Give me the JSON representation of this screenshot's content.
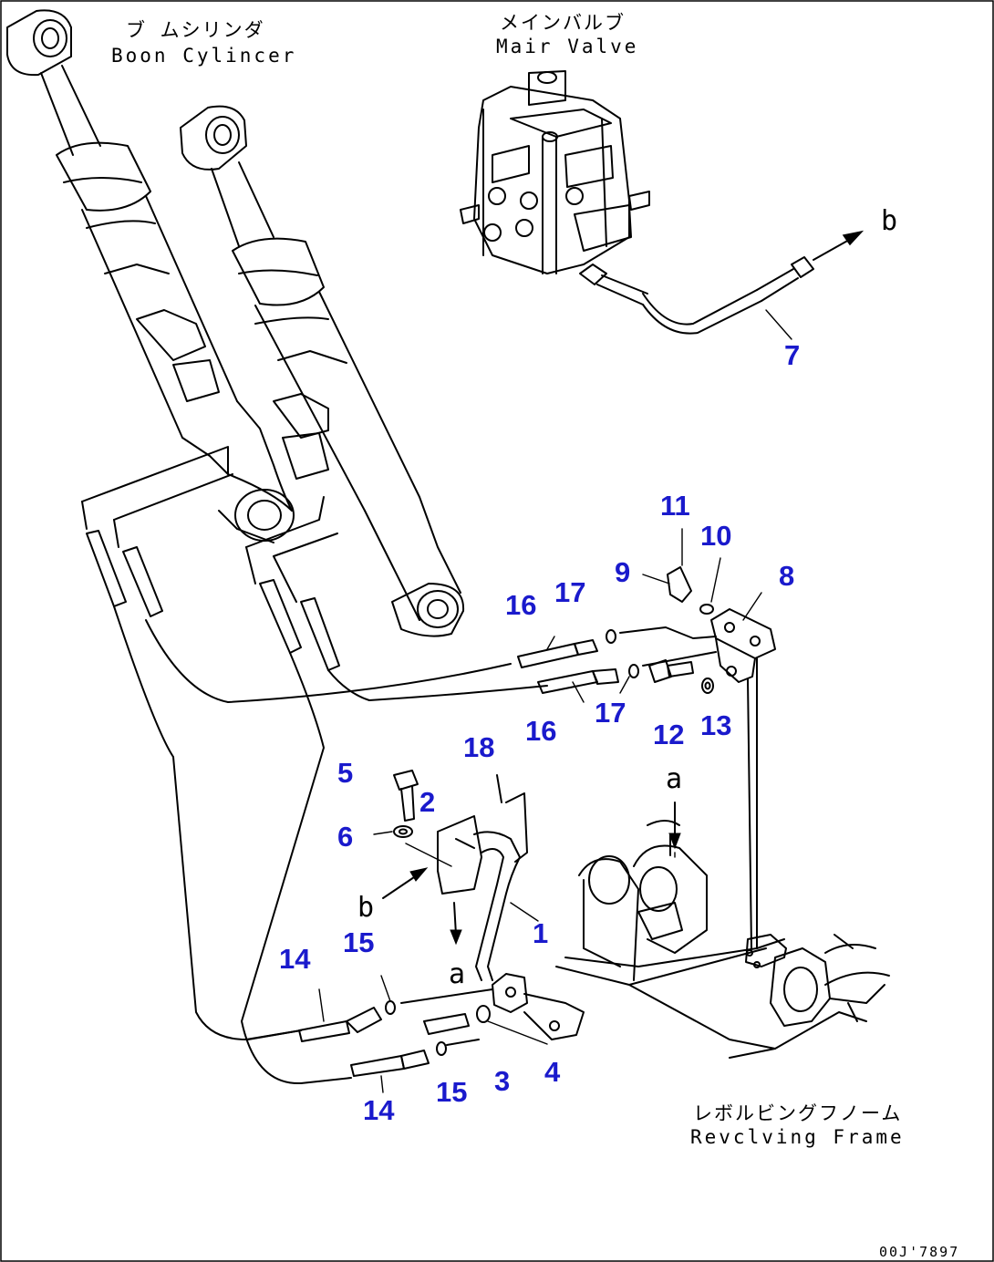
{
  "labels": {
    "boom_cylinder_jp": "ブ ムシリンダ",
    "boom_cylinder_en": "Boon Cylincer",
    "main_valve_jp": "メインバルブ",
    "main_valve_en": "Mair Valve",
    "revolving_frame_jp": "レボルビングフノーム",
    "revolving_frame_en": "Revclving Frame"
  },
  "view_letters": {
    "a_top": "a",
    "a_mid": "a",
    "b_top": "b",
    "b_mid": "b"
  },
  "callouts": {
    "c1": "1",
    "c2": "2",
    "c3": "3",
    "c4": "4",
    "c5": "5",
    "c6": "6",
    "c7": "7",
    "c8": "8",
    "c9": "9",
    "c10": "10",
    "c11": "11",
    "c12": "12",
    "c13": "13",
    "c14a": "14",
    "c14b": "14",
    "c15a": "15",
    "c15b": "15",
    "c16a": "16",
    "c16b": "16",
    "c17a": "17",
    "c17b": "17",
    "c18": "18"
  },
  "drawing_number": "00J'7897",
  "colors": {
    "callout": "#1a1acc",
    "line": "#000000",
    "background": "#ffffff"
  }
}
